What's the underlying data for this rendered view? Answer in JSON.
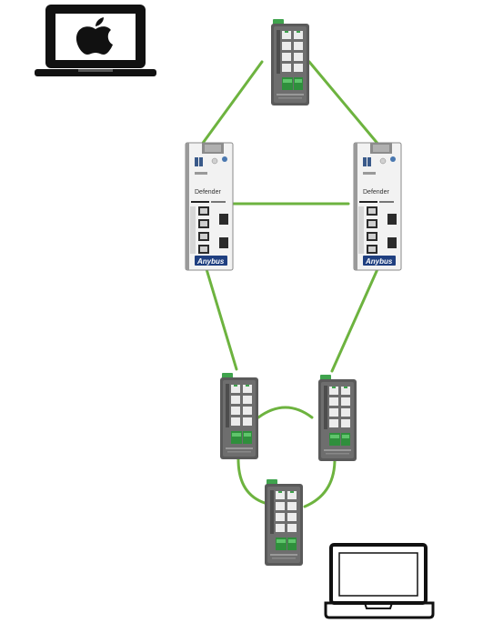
{
  "diagram": {
    "link_color": "#6db33f",
    "devices": {
      "router_left": {
        "model": "Defender",
        "brand": "Anybus",
        "icon": "industrial-router"
      },
      "router_right": {
        "model": "Defender",
        "brand": "Anybus",
        "icon": "industrial-router"
      },
      "switch_top": {
        "icon": "industrial-switch"
      },
      "switch_ring_left": {
        "icon": "industrial-switch"
      },
      "switch_ring_right": {
        "icon": "industrial-switch"
      },
      "switch_ring_bottom": {
        "icon": "industrial-switch"
      },
      "mac_monitor": {
        "icon": "apple-laptop-icon"
      },
      "laptop": {
        "icon": "laptop-icon"
      }
    }
  }
}
